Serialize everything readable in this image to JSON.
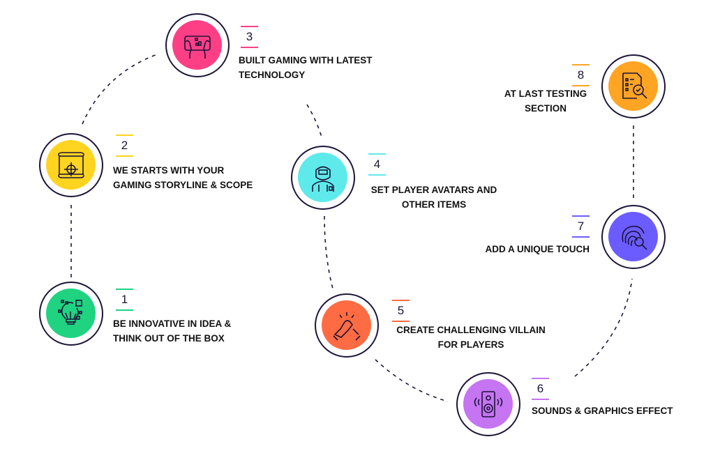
{
  "steps": [
    {
      "number": "1",
      "line1": "BE INNOVATIVE IN IDEA &",
      "line2": "THINK OUT OF THE BOX",
      "color": "#1fd380",
      "icon": "lightbulb-circuit-icon"
    },
    {
      "number": "2",
      "line1": "WE STARTS WITH YOUR",
      "line2": "GAMING STORYLINE & SCOPE",
      "color": "#ffd420",
      "icon": "map-target-icon"
    },
    {
      "number": "3",
      "line1": "BUILT GAMING WITH LATEST",
      "line2": "TECHNOLOGY",
      "color": "#ff3f85",
      "icon": "handheld-game-icon"
    },
    {
      "number": "4",
      "line1": "SET PLAYER AVATARS AND",
      "line2": "OTHER ITEMS",
      "color": "#5eeaea",
      "icon": "avatar-helmet-icon"
    },
    {
      "number": "5",
      "line1": "CREATE CHALLENGING VILLAIN",
      "line2": "FOR PLAYERS",
      "color": "#ff6b42",
      "icon": "handshake-icon"
    },
    {
      "number": "6",
      "line1": "SOUNDS & GRAPHICS EFFECT",
      "line2": "",
      "color": "#c574f2",
      "icon": "speaker-icon"
    },
    {
      "number": "7",
      "line1": "ADD A UNIQUE TOUCH",
      "line2": "",
      "color": "#6b5cff",
      "icon": "fingerprint-search-icon"
    },
    {
      "number": "8",
      "line1": "AT LAST TESTING",
      "line2": "SECTION",
      "color": "#ffa423",
      "icon": "checklist-search-icon"
    }
  ]
}
